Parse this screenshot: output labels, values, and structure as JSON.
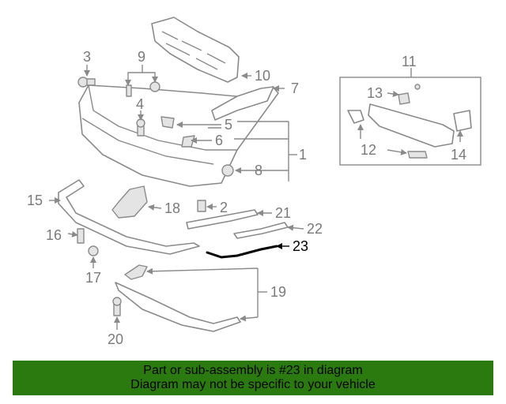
{
  "diagram": {
    "callouts": [
      "1",
      "2",
      "3",
      "4",
      "5",
      "6",
      "7",
      "8",
      "9",
      "10",
      "11",
      "12",
      "13",
      "14",
      "15",
      "16",
      "17",
      "18",
      "19",
      "20",
      "21",
      "22",
      "23"
    ],
    "highlighted_part": "23"
  },
  "banner": {
    "line1": "Part or sub-assembly is #23 in diagram",
    "line2": "Diagram may not be specific to your vehicle",
    "color": "#2a7a10"
  }
}
